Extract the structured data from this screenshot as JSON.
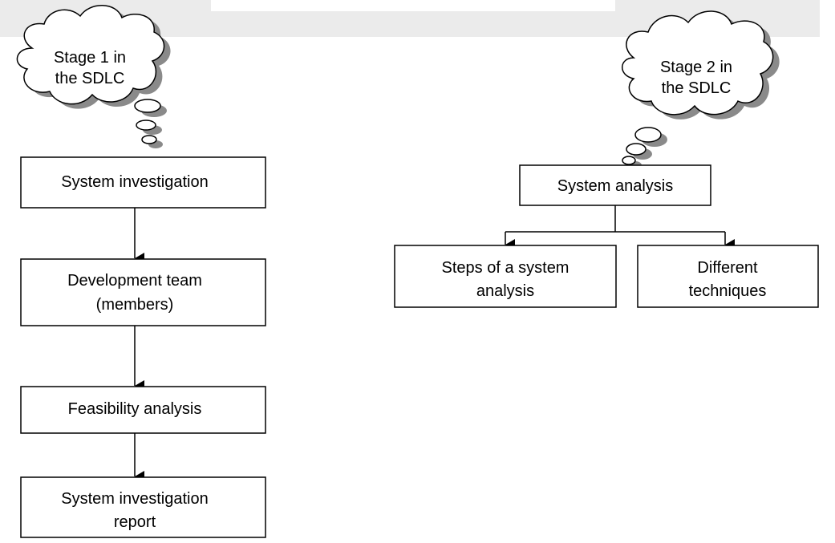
{
  "colors": {
    "band": "#ebebeb",
    "line": "#000000",
    "cloud_shadow": "#8a8a8a",
    "cloud_fill": "#ffffff"
  },
  "stage1": {
    "cloud_line1": "Stage 1 in",
    "cloud_line2": "the SDLC",
    "boxes": [
      {
        "lines": [
          "System investigation"
        ]
      },
      {
        "lines": [
          "Development team",
          "(members)"
        ]
      },
      {
        "lines": [
          "Feasibility analysis"
        ]
      },
      {
        "lines": [
          "System investigation",
          "report"
        ]
      }
    ]
  },
  "stage2": {
    "cloud_line1": "Stage 2 in",
    "cloud_line2": "the SDLC",
    "root": "System analysis",
    "children": [
      {
        "lines": [
          "Steps of a system",
          "analysis"
        ]
      },
      {
        "lines": [
          "Different",
          "techniques"
        ]
      }
    ]
  }
}
